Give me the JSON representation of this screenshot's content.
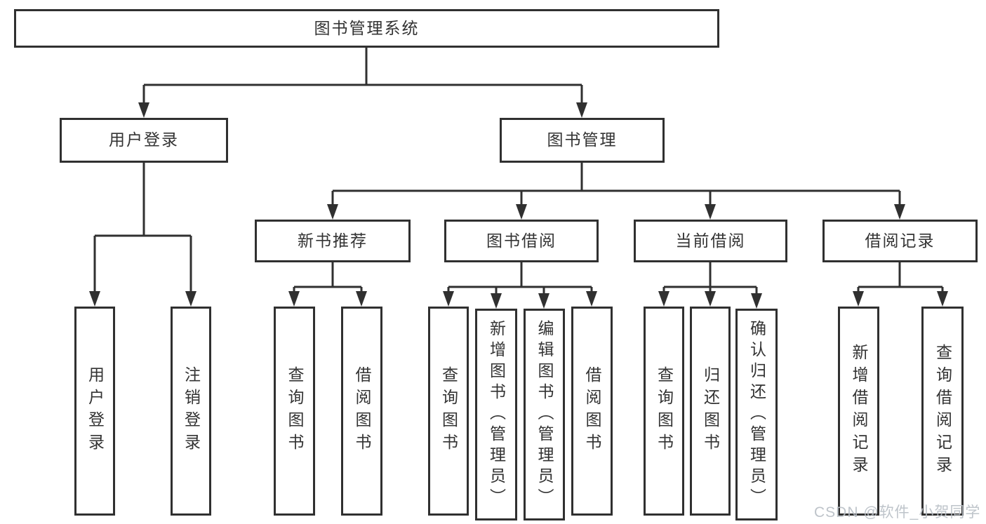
{
  "diagram": {
    "root": {
      "label": "图书管理系统"
    },
    "branches": [
      {
        "label": "用户登录",
        "children": [
          {
            "label": "用户登录"
          },
          {
            "label": "注销登录"
          }
        ]
      },
      {
        "label": "图书管理",
        "children": [
          {
            "label": "新书推荐",
            "children": [
              {
                "label": "查询图书"
              },
              {
                "label": "借阅图书"
              }
            ]
          },
          {
            "label": "图书借阅",
            "children": [
              {
                "label": "查询图书"
              },
              {
                "label": "新增图书（管理员）"
              },
              {
                "label": "编辑图书（管理员）"
              },
              {
                "label": "借阅图书"
              }
            ]
          },
          {
            "label": "当前借阅",
            "children": [
              {
                "label": "查询图书"
              },
              {
                "label": "归还图书"
              },
              {
                "label": "确认归还（管理员）"
              }
            ]
          },
          {
            "label": "借阅记录",
            "children": [
              {
                "label": "新增借阅记录"
              },
              {
                "label": "查询借阅记录"
              }
            ]
          }
        ]
      }
    ]
  },
  "watermark": {
    "text": "CSDN @软件_小贺同学"
  },
  "colors": {
    "line": "#303030",
    "text": "#333333",
    "background": "#ffffff",
    "watermark": "#b9bfc6"
  }
}
